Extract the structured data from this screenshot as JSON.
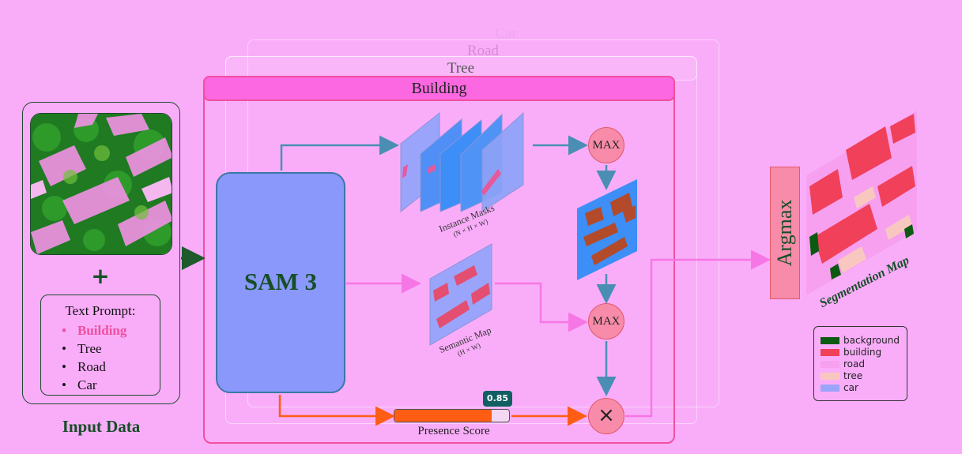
{
  "header": {
    "ghost_labels": [
      "Car",
      "Road",
      "Tree"
    ],
    "active_label": "Building"
  },
  "input": {
    "prompt_title": "Text Prompt:",
    "prompt_items": [
      "Building",
      "Tree",
      "Road",
      "Car"
    ],
    "plus": "+",
    "caption": "Input Data"
  },
  "model": {
    "name": "SAM 3"
  },
  "nodes": {
    "max_top": "MAX",
    "max_bottom": "MAX",
    "multiply": "×"
  },
  "instance_label": {
    "line1": "Instance Masks",
    "line2": "(N × H × W)"
  },
  "semantic_label": {
    "line1": "Semantic Map",
    "line2": "(H × W)"
  },
  "presence": {
    "score": 0.85,
    "score_text": "0.85",
    "caption": "Presence Score"
  },
  "argmax": {
    "label": "Argmax"
  },
  "output": {
    "caption": "Segmentation Map"
  },
  "legend": {
    "items": [
      {
        "label": "background",
        "color": "#0c5a12"
      },
      {
        "label": "building",
        "color": "#f0405a"
      },
      {
        "label": "road",
        "color": "#f7a0f0"
      },
      {
        "label": "tree",
        "color": "#f8c8c0"
      },
      {
        "label": "car",
        "color": "#9aa4fa"
      }
    ]
  },
  "colors": {
    "background": "#f9adf9",
    "frame_accent": "#f0509e",
    "sam_fill": "#8a97fb",
    "node_fill": "#f88ba9",
    "blue_arrow": "#4a8fb3",
    "pink_arrow": "#f776e5",
    "orange_arrow": "#ff5d14",
    "dark_green": "#164e26",
    "mask_blue": "#3d8ef7"
  }
}
